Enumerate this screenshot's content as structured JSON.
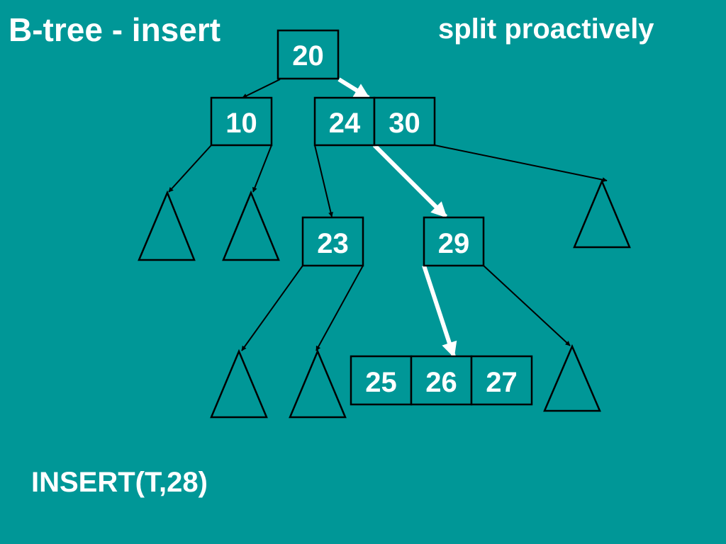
{
  "title": "B-tree - insert",
  "subtitle": "split proactively",
  "command": "INSERT(T,28)",
  "colors": {
    "background": "#009797",
    "text": "#ffffff",
    "stroke": "#000000",
    "search_path": "#ffffff"
  },
  "nodes": [
    {
      "id": "root",
      "keys": [
        "20"
      ]
    },
    {
      "id": "left",
      "keys": [
        "10"
      ]
    },
    {
      "id": "right",
      "keys": [
        "24",
        "30"
      ]
    },
    {
      "id": "node-23",
      "keys": [
        "23"
      ]
    },
    {
      "id": "node-29",
      "keys": [
        "29"
      ]
    },
    {
      "id": "leaf-25-26-27",
      "keys": [
        "25",
        "26",
        "27"
      ]
    }
  ],
  "search_path": [
    "root",
    "right",
    "node-29",
    "leaf-25-26-27"
  ]
}
